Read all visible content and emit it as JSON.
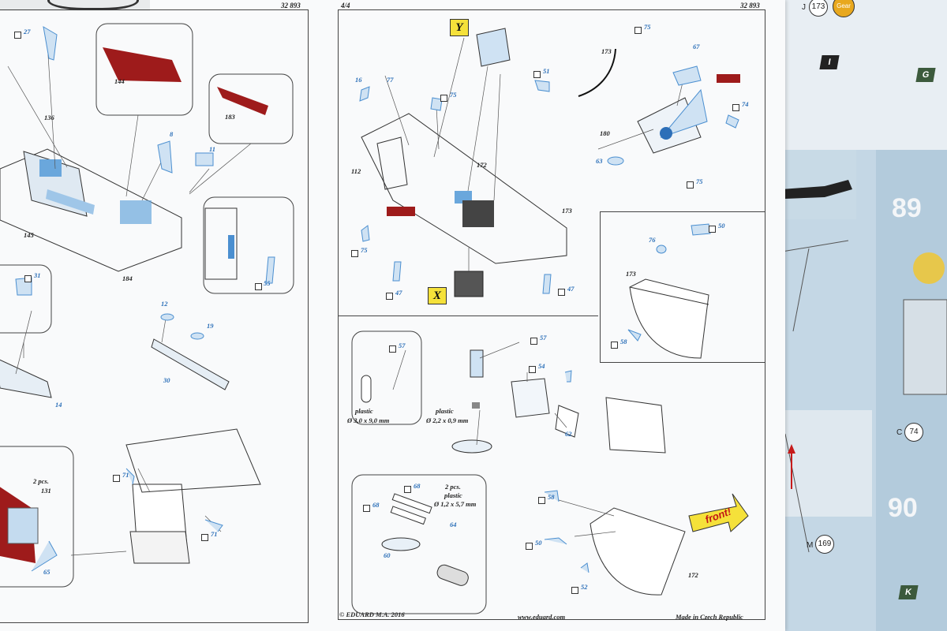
{
  "header": {
    "left_code": "32 893",
    "page": "4/4",
    "right_code": "32 893"
  },
  "footer": {
    "copyright": "© EDUARD  M.A. 2016",
    "url": "www.eduard.com",
    "made_in": "Made in Czech Republic"
  },
  "markers": {
    "y": "Y",
    "x": "X",
    "front": "front!"
  },
  "left_page": {
    "parts": [
      "27",
      "144",
      "183",
      "136",
      "8",
      "11",
      "145",
      "184",
      "55",
      "31",
      "12",
      "19",
      "30",
      "14",
      "131",
      "71",
      "71",
      "65"
    ],
    "seat_note": "2 pcs."
  },
  "right_page": {
    "top_parts": [
      "77",
      "16",
      "75",
      "51",
      "75",
      "173",
      "67",
      "74",
      "180",
      "63",
      "75",
      "112",
      "172",
      "173",
      "75",
      "47",
      "47"
    ],
    "inset_parts": [
      "50",
      "76",
      "173",
      "58"
    ],
    "lower_parts": [
      "57",
      "57",
      "54",
      "62",
      "58",
      "50",
      "52",
      "172",
      "68",
      "68",
      "64",
      "60"
    ],
    "plastic_note_1": "plastic",
    "plastic_dim_1": "Ø 3,0 x 9,0 mm",
    "plastic_note_2": "plastic",
    "plastic_dim_2": "Ø 2,2 x 0,9 mm",
    "plastic_note_3": "2 pcs.",
    "plastic_note_3b": "plastic",
    "plastic_dim_3": "Ø 1,2 x 5,7 mm"
  },
  "background_sheet": {
    "circles": [
      "173",
      "74",
      "169"
    ],
    "circle_prefix": [
      "J",
      "C",
      "M"
    ],
    "gear_label": "Gear",
    "flags": [
      "I",
      "G",
      "K"
    ],
    "big_numbers": [
      "89",
      "90"
    ]
  },
  "colors": {
    "photo_red": "#9e1b1b",
    "part_blue": "#6aa7dc",
    "paper": "#ffffff",
    "sheet_blue": "#b8cfdf",
    "yellow": "#f5e13a"
  }
}
